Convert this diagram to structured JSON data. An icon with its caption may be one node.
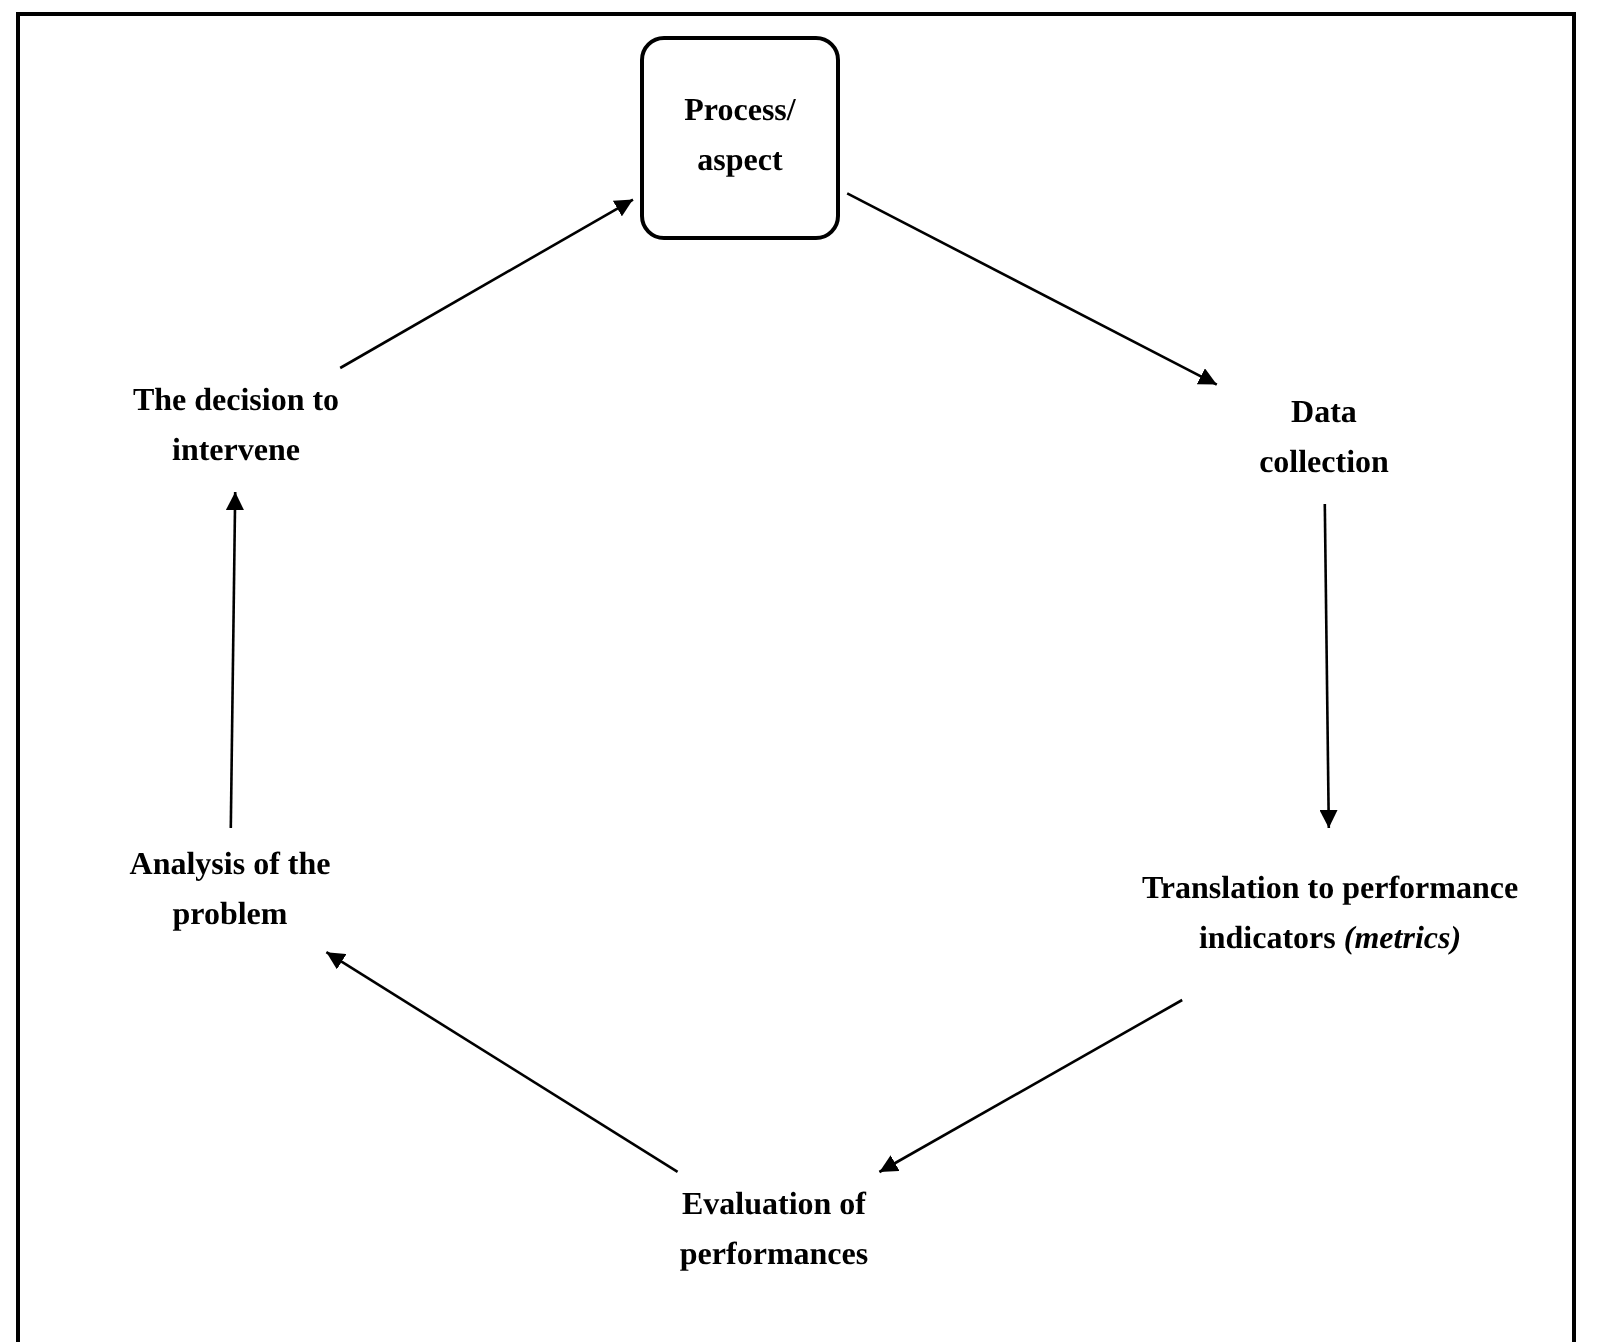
{
  "diagram": {
    "nodes": [
      {
        "text": [
          "Process/ aspect"
        ]
      },
      {
        "text": [
          "Data collection"
        ]
      },
      {
        "text": [
          "Translation to performance indicators *(metrics)*"
        ]
      },
      {
        "text": [
          "Evaluation of performances"
        ]
      },
      {
        "text": [
          "Analysis of the problem"
        ]
      },
      {
        "text": [
          "The decision to intervene"
        ]
      }
    ],
    "edges": [
      {
        "from": 0,
        "to": 1,
        "arrow": "to"
      },
      {
        "from": 1,
        "to": 2,
        "arrow": "to"
      },
      {
        "from": 2,
        "to": 3,
        "arrow": "to"
      },
      {
        "from": 3,
        "to": 4,
        "arrow": "to"
      },
      {
        "from": 4,
        "to": 5,
        "arrow": "to"
      },
      {
        "from": 5,
        "to": 0,
        "arrow": "to"
      }
    ]
  }
}
